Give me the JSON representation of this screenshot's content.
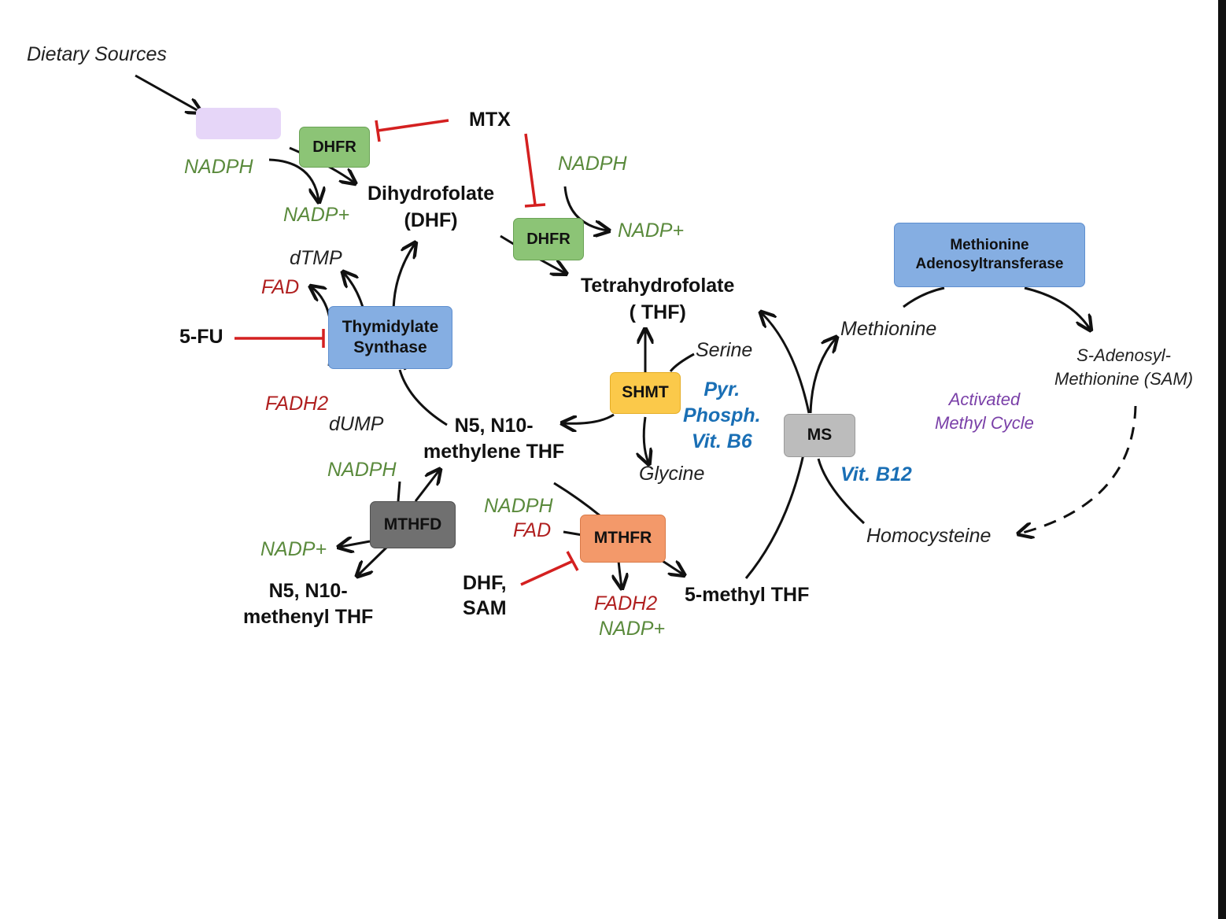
{
  "diagram": {
    "dietary_sources": "Dietary Sources",
    "mtx": "MTX",
    "five_fu": "5-FU",
    "dhfr_1": "DHFR",
    "dhfr_2": "DHFR",
    "nadph_1": "NADPH",
    "nadp_1": "NADP+",
    "nadph_2": "NADPH",
    "nadp_2": "NADP+",
    "dhf_line1": "Dihydrofolate",
    "dhf_line2": "(DHF)",
    "thf_line1": "Tetrahydrofolate",
    "thf_line2": "( THF)",
    "dtmp": "dTMP",
    "fad_1": "FAD",
    "ts_line1": "Thymidylate",
    "ts_line2": "Synthase",
    "fadh2_1": "FADH2",
    "dump": "dUMP",
    "serine": "Serine",
    "shmt": "SHMT",
    "pyr_line1": "Pyr.",
    "pyr_line2": "Phosph.",
    "pyr_line3": "Vit. B6",
    "glycine": "Glycine",
    "n5n10_methylene_line1": "N5, N10-",
    "n5n10_methylene_line2": "methylene THF",
    "nadph_3": "NADPH",
    "mthfd": "MTHFD",
    "nadp_3": "NADP+",
    "n5n10_methenyl_line1": "N5, N10-",
    "n5n10_methenyl_line2": "methenyl THF",
    "nadph_4": "NADPH",
    "fad_2": "FAD",
    "mthfr": "MTHFR",
    "dhf_sam_line1": "DHF,",
    "dhf_sam_line2": "SAM",
    "fadh2_2": "FADH2",
    "nadp_4": "NADP+",
    "five_methyl_thf": "5-methyl THF",
    "ms": "MS",
    "vit_b12": "Vit. B12",
    "methionine": "Methionine",
    "mat_line1": "Methionine",
    "mat_line2": "Adenosyltransferase",
    "sam_line1": "S-Adenosyl-",
    "sam_line2": "Methionine (SAM)",
    "amc_line1": "Activated",
    "amc_line2": "Methyl Cycle",
    "homocysteine": "Homocysteine"
  },
  "colors": {
    "inhibitor": "#d42020",
    "arrow": "#111111",
    "cofactor_green": "#5a8a3c",
    "cofactor_red": "#b02020",
    "vitamin_blue": "#1a6fb5",
    "cycle_purple": "#7a40a8",
    "dhfr_box": "#8cc476",
    "ts_box": "#85aee2",
    "shmt_box": "#fbc94a",
    "ms_box": "#bcbcbc",
    "mthfd_box": "#707070",
    "mthfr_box": "#f3996a",
    "folate_placeholder": "#e6d6f8"
  }
}
